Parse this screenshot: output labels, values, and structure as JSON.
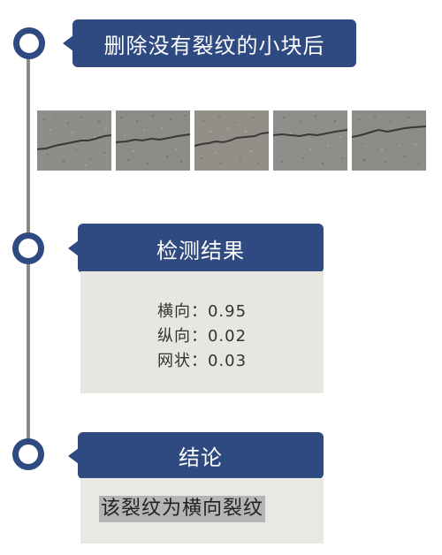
{
  "sections": [
    {
      "title": "删除没有裂纹的小块后"
    },
    {
      "title": "检测结果"
    },
    {
      "title": "结论"
    }
  ],
  "tiles": [
    {
      "name": "crack-tile-1"
    },
    {
      "name": "crack-tile-2"
    },
    {
      "name": "crack-tile-3"
    },
    {
      "name": "crack-tile-4"
    },
    {
      "name": "crack-tile-5"
    }
  ],
  "results": {
    "lines": [
      "横向：0.95",
      "纵向：0.02",
      "网状：0.03"
    ]
  },
  "conclusion": {
    "text": "该裂纹为横向裂纹"
  },
  "colors": {
    "accent": "#2f4a80",
    "timeline": "#8a8a8a",
    "panel": "#e7e6e1",
    "highlight": "#b5b5b5"
  }
}
